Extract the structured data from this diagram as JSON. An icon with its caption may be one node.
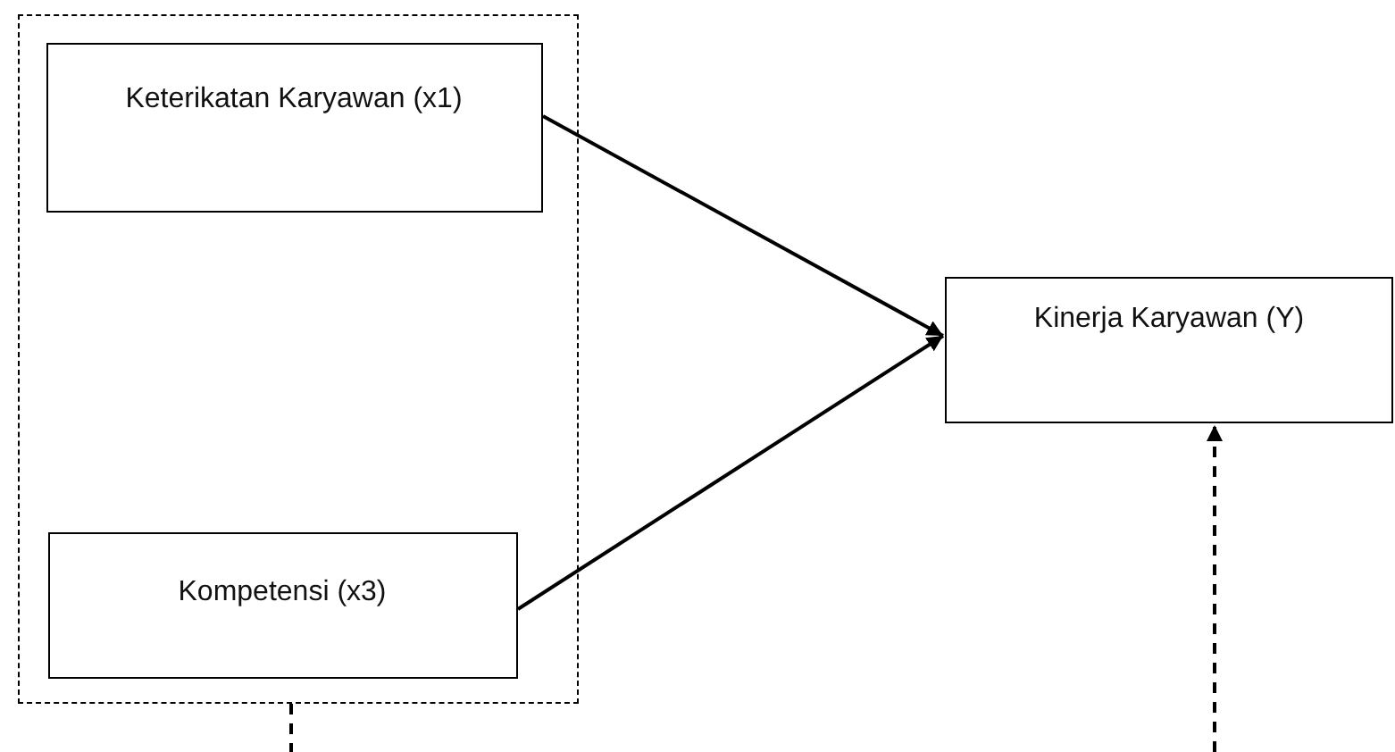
{
  "diagram": {
    "nodes": [
      {
        "text": [],
        "shape": "box"
      },
      {
        "text": [
          "Keterikatan Karyawan (x1)"
        ],
        "in": 0
      },
      {
        "text": [
          "Kompetensi (x3)"
        ],
        "in": 0
      },
      {
        "text": [
          "Kinerja Karyawan (Y)"
        ]
      }
    ],
    "edges": [
      {
        "from": 1,
        "to": 3,
        "arrow": "to"
      },
      {
        "from": 2,
        "to": 3,
        "arrow": "to"
      },
      {
        "from": 0,
        "to": null,
        "arrow": "none",
        "style": "dashed"
      },
      {
        "from": null,
        "to": 3,
        "arrow": "to",
        "style": "dashed"
      }
    ]
  }
}
